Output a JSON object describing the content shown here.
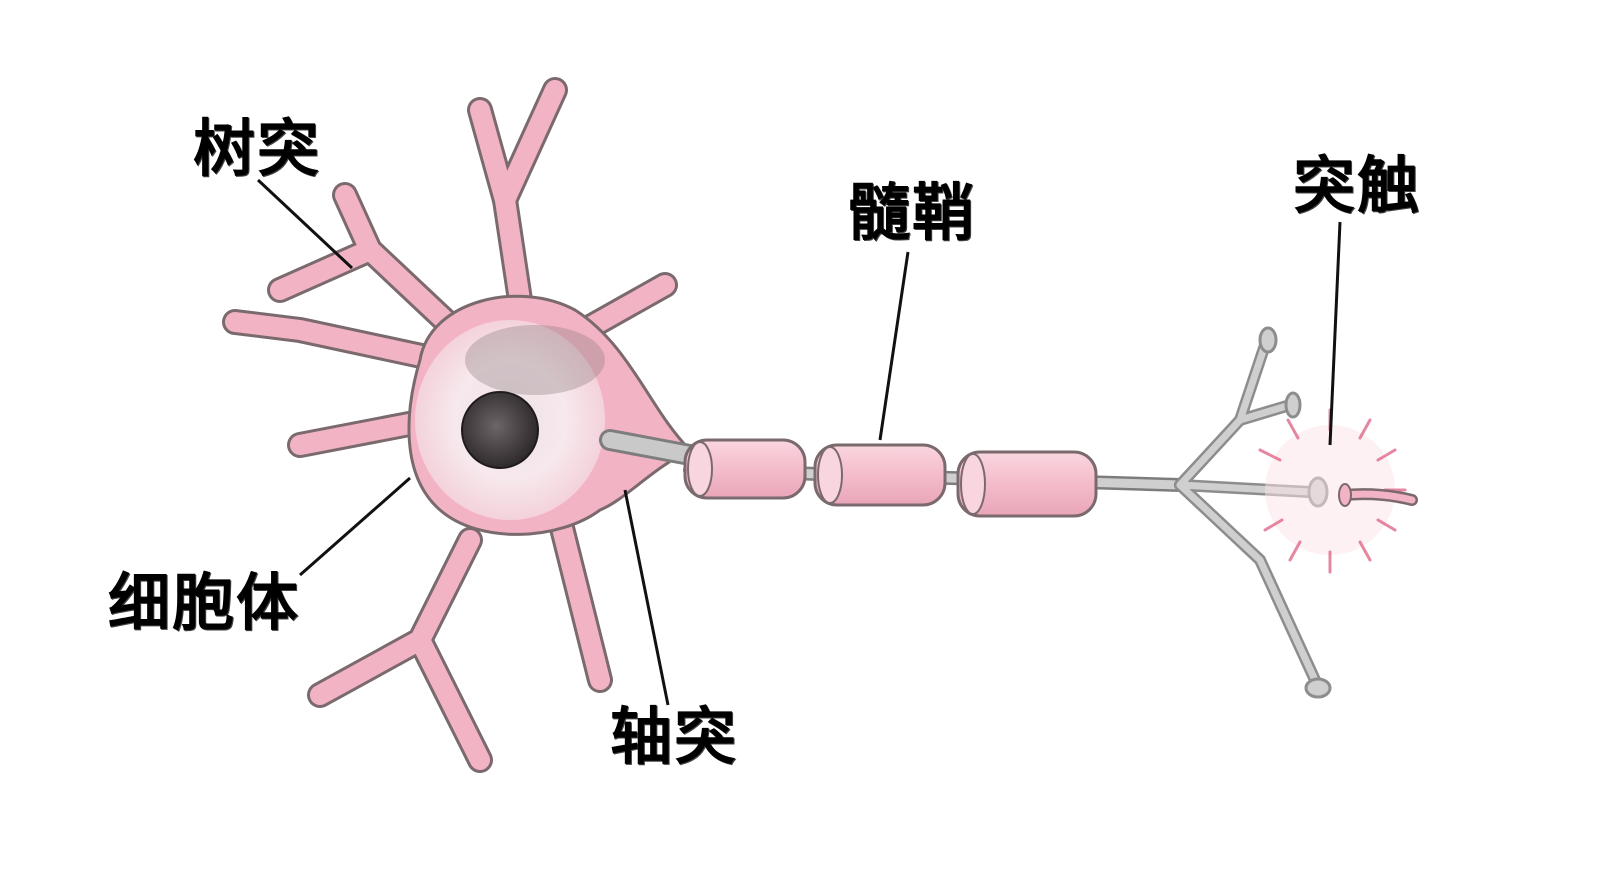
{
  "labels": {
    "dendrite": "树突",
    "soma": "细胞体",
    "axon": "轴突",
    "myelin_sheath": "髓鞘",
    "synapse": "突触"
  },
  "colors": {
    "dendrite_fill": "#f2b4c4",
    "dendrite_outline": "#7a6a6e",
    "soma_fill": "#f6e6ea",
    "nucleus_fill": "#4a4446",
    "myelin_fill": "#f5c2cf",
    "axon_fill": "#c9c9c9",
    "synapse_glow": "#e06a8a",
    "label_text": "#000000",
    "leader_line": "#111111"
  }
}
